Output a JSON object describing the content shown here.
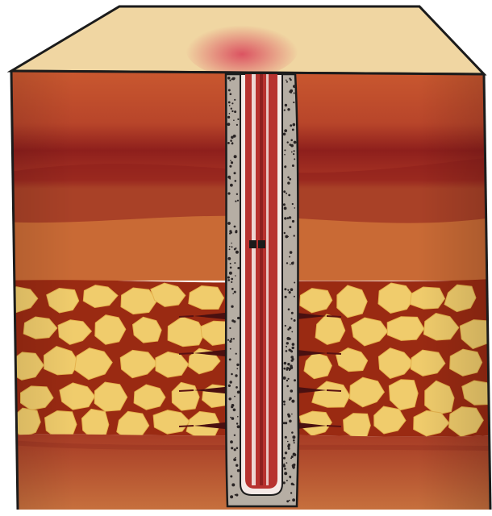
{
  "figure": {
    "kind": "well-perforation-cross-section",
    "labels": [],
    "colors": {
      "background": "#ffffff",
      "top_face": "#f0d6a2",
      "top_face_red_glow": "#d9455a",
      "rock_upper": "#c9582f",
      "rock_band_dark": "#8e1f1c",
      "rock_lower": "#c96a35",
      "reservoir_fill": "#f0cc6c",
      "reservoir_cracks": "#9a2a12",
      "cement": "#b6aea4",
      "cement_speckles": "#2a2525",
      "casing_tube": "#b7322f",
      "casing_highlight": "#f4e9e6",
      "perforation_jets": "#4a1010",
      "outline": "#1b1b1b"
    },
    "perforations": [
      {
        "side": "left",
        "level": "upper"
      },
      {
        "side": "left",
        "level": "middle"
      },
      {
        "side": "left",
        "level": "lower"
      },
      {
        "side": "left",
        "level": "bottom"
      },
      {
        "side": "right",
        "level": "upper"
      },
      {
        "side": "right",
        "level": "middle"
      },
      {
        "side": "right",
        "level": "lower"
      },
      {
        "side": "right",
        "level": "bottom"
      }
    ]
  }
}
